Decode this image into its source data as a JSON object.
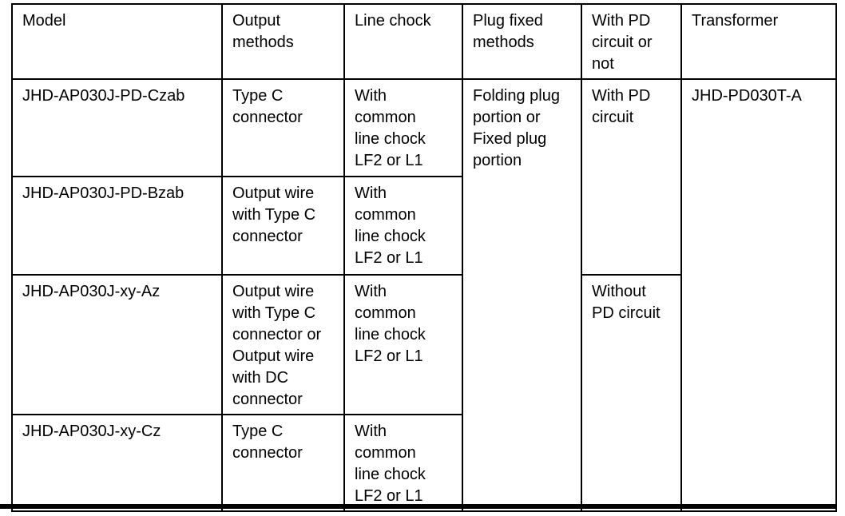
{
  "page": {
    "background_color": "#ffffff",
    "text_color": "#000000",
    "border_color": "#000000"
  },
  "table": {
    "columns": [
      {
        "key": "model",
        "label": "Model"
      },
      {
        "key": "output_methods",
        "label": "Output\nmethods"
      },
      {
        "key": "line_chock",
        "label": "Line chock"
      },
      {
        "key": "plug_fixed_methods",
        "label": "Plug fixed\nmethods"
      },
      {
        "key": "pd_circuit",
        "label": "With PD\ncircuit or\nnot"
      },
      {
        "key": "transformer",
        "label": "Transformer"
      }
    ],
    "rows": [
      {
        "model": "JHD-AP030J-PD-Czab",
        "output_methods": "Type C\nconnector",
        "line_chock": "With\ncommon\nline chock\nLF2 or L1"
      },
      {
        "model": "JHD-AP030J-PD-Bzab",
        "output_methods": "Output wire\nwith Type C\nconnector",
        "line_chock": "With\ncommon\nline chock\nLF2 or L1"
      },
      {
        "model": "JHD-AP030J-xy-Az",
        "output_methods": "Output wire\nwith Type C\nconnector or\nOutput wire\nwith DC\nconnector",
        "line_chock": "With\ncommon\nline chock\nLF2 or L1"
      },
      {
        "model": "JHD-AP030J-xy-Cz",
        "output_methods": "Type C\nconnector",
        "line_chock": "With\ncommon\nline chock\nLF2 or L1"
      }
    ],
    "merged_cells": {
      "plug_fixed_methods": "Folding plug\nportion or\nFixed plug\nportion",
      "pd_with_circuit": "With PD\ncircuit",
      "pd_without_circuit": "Without\nPD circuit",
      "transformer": "JHD-PD030T-A"
    }
  }
}
